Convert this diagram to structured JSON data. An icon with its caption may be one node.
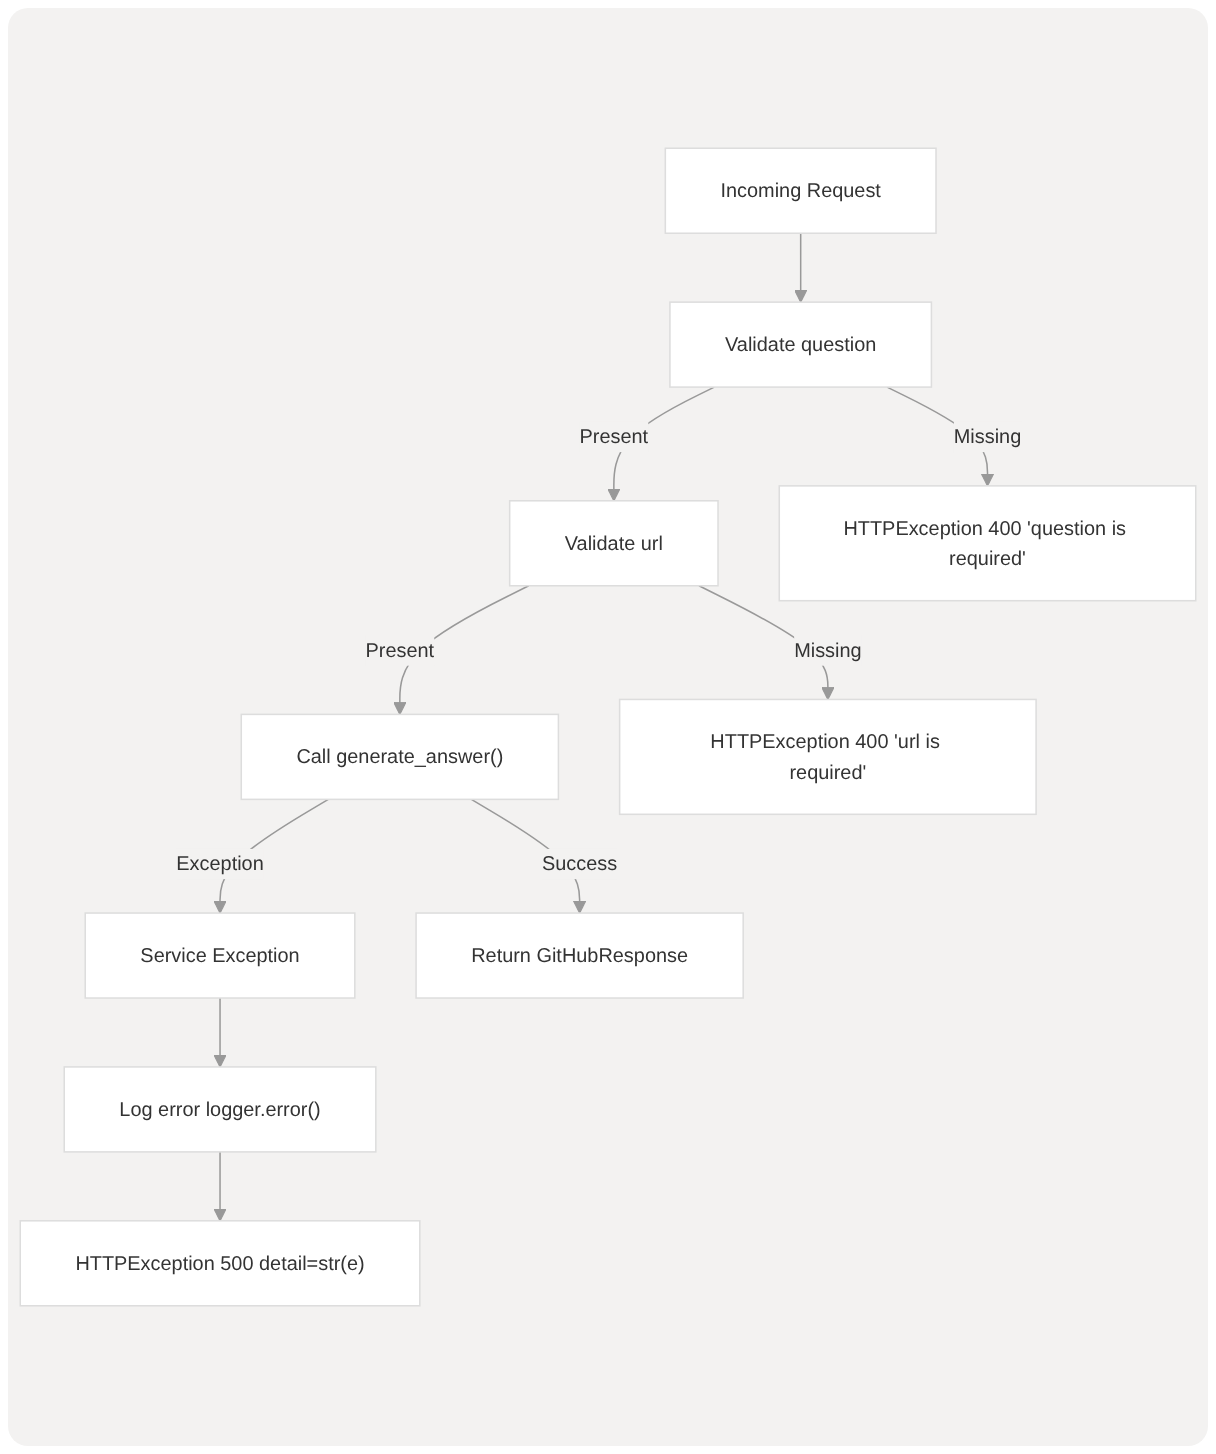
{
  "diagram": {
    "nodes": [
      {
        "text": [
          "Incoming Request"
        ]
      },
      {
        "text": [
          "Validate question"
        ]
      },
      {
        "text": [
          "Validate url"
        ]
      },
      {
        "text": [
          "HTTPException 400 'question is required'"
        ]
      },
      {
        "text": [
          "Call generate_answer()"
        ]
      },
      {
        "text": [
          "HTTPException 400 'url is required'"
        ]
      },
      {
        "text": [
          "Service Exception"
        ]
      },
      {
        "text": [
          "Return GitHubResponse"
        ]
      },
      {
        "text": [
          "Log error logger.error()"
        ]
      },
      {
        "text": [
          "HTTPException 500 detail=str(e)"
        ]
      }
    ],
    "edges": [
      {
        "from": 0,
        "to": 1,
        "arrow": "to"
      },
      {
        "from": 1,
        "to": 2,
        "arrow": "to",
        "label": "Present"
      },
      {
        "from": 1,
        "to": 3,
        "arrow": "to",
        "label": "Missing"
      },
      {
        "from": 2,
        "to": 4,
        "arrow": "to",
        "label": "Present"
      },
      {
        "from": 2,
        "to": 5,
        "arrow": "to",
        "label": "Missing"
      },
      {
        "from": 4,
        "to": 6,
        "arrow": "to",
        "label": "Exception"
      },
      {
        "from": 4,
        "to": 7,
        "arrow": "to",
        "label": "Success"
      },
      {
        "from": 6,
        "to": 8,
        "arrow": "to"
      },
      {
        "from": 8,
        "to": 9,
        "arrow": "to"
      }
    ]
  }
}
